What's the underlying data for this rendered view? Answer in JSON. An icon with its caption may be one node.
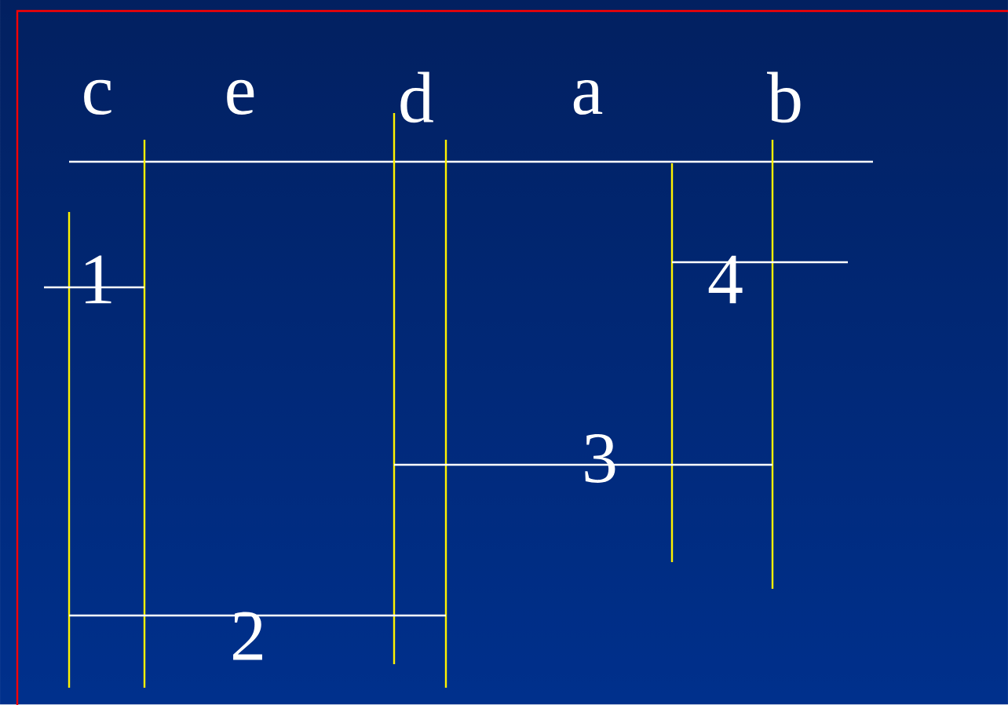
{
  "diagram": {
    "labels": [
      "c",
      "e",
      "d",
      "a",
      "b",
      "1",
      "4",
      "3",
      "2"
    ]
  }
}
